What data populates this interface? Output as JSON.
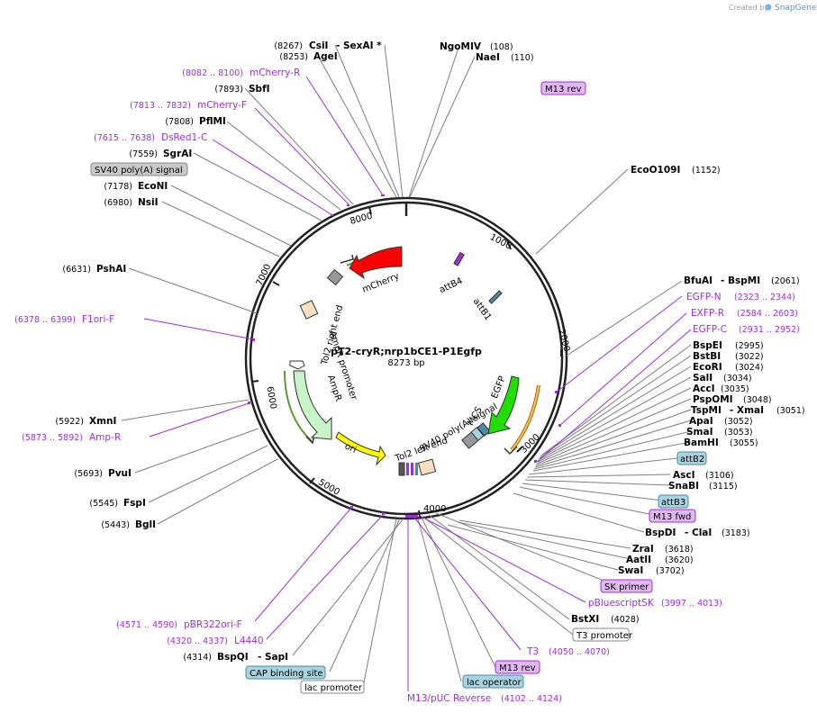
{
  "credit": {
    "prefix": "Created by",
    "brand": "SnapGene"
  },
  "plasmid": {
    "name": "pT2-cryR;nrp1bCE1-P1Egfp",
    "size": "8273 bp"
  },
  "ticks": [
    "1000",
    "2000",
    "3000",
    "4000",
    "5000",
    "6000",
    "7000",
    "8000"
  ],
  "sites": [
    {
      "name": "CsiI",
      "name2": "SexAI *",
      "pos": "(8267)"
    },
    {
      "name": "AgeI",
      "pos": "(8253)"
    },
    {
      "name": "NgoMIV",
      "pos": "(108)"
    },
    {
      "name": "NaeI",
      "pos": "(110)"
    },
    {
      "name": "SbfI",
      "pos": "(7893)"
    },
    {
      "name": "PflMI",
      "pos": "(7808)"
    },
    {
      "name": "SgrAI",
      "pos": "(7559)"
    },
    {
      "name": "EcoNI",
      "pos": "(7178)"
    },
    {
      "name": "NsiI",
      "pos": "(6980)"
    },
    {
      "name": "EcoO109I",
      "pos": "(1152)"
    },
    {
      "name": "PshAI",
      "pos": "(6631)"
    },
    {
      "name": "BfuAI",
      "name2": "BspMI",
      "pos": "(2061)"
    },
    {
      "name": "BspEI",
      "pos": "(2995)"
    },
    {
      "name": "BstBI",
      "pos": "(3022)"
    },
    {
      "name": "EcoRI",
      "pos": "(3024)"
    },
    {
      "name": "SalI",
      "pos": "(3034)"
    },
    {
      "name": "AccI",
      "pos": "(3035)"
    },
    {
      "name": "PspOMI",
      "pos": "(3048)"
    },
    {
      "name": "TspMI",
      "name2": "XmaI",
      "pos": "(3051)"
    },
    {
      "name": "ApaI",
      "pos": "(3052)"
    },
    {
      "name": "SmaI",
      "pos": "(3053)"
    },
    {
      "name": "BamHI",
      "pos": "(3055)"
    },
    {
      "name": "AscI",
      "pos": "(3106)"
    },
    {
      "name": "SnaBI",
      "pos": "(3115)"
    },
    {
      "name": "BspDI",
      "name2": "ClaI",
      "pos": "(3183)"
    },
    {
      "name": "ZraI",
      "pos": "(3618)"
    },
    {
      "name": "AatII",
      "pos": "(3620)"
    },
    {
      "name": "SwaI",
      "pos": "(3702)"
    },
    {
      "name": "XmnI",
      "pos": "(5922)"
    },
    {
      "name": "PvuI",
      "pos": "(5693)"
    },
    {
      "name": "FspI",
      "pos": "(5545)"
    },
    {
      "name": "BglI",
      "pos": "(5443)"
    },
    {
      "name": "BstXI",
      "pos": "(4028)"
    },
    {
      "name": "BspQI",
      "name2": "SapI",
      "pos": "(4314)"
    }
  ],
  "primers": [
    {
      "name": "mCherry-R",
      "pos": "(8082 .. 8100)"
    },
    {
      "name": "mCherry-F",
      "pos": "(7813 .. 7832)"
    },
    {
      "name": "DsRed1-C",
      "pos": "(7615 .. 7638)"
    },
    {
      "name": "F1ori-F",
      "pos": "(6378 .. 6399)"
    },
    {
      "name": "Amp-R",
      "pos": "(5873 .. 5892)"
    },
    {
      "name": "EGFP-N",
      "pos": "(2323 .. 2344)"
    },
    {
      "name": "EXFP-R",
      "pos": "(2584 .. 2603)"
    },
    {
      "name": "EGFP-C",
      "pos": "(2931 .. 2952)"
    },
    {
      "name": "pBluescriptSK",
      "pos": "(3997 .. 4013)"
    },
    {
      "name": "T3",
      "pos": "(4050 .. 4070)"
    },
    {
      "name": "M13/pUC Reverse",
      "pos": "(4102 .. 4124)"
    },
    {
      "name": "pBR322ori-F",
      "pos": "(4571 .. 4590)"
    },
    {
      "name": "L4440",
      "pos": "(4320 .. 4337)"
    }
  ],
  "boxes": [
    {
      "text": "M13 rev",
      "kind": "primer"
    },
    {
      "text": "SV40 poly(A) signal",
      "kind": "gray"
    },
    {
      "text": "attB2",
      "kind": "blue"
    },
    {
      "text": "attB3",
      "kind": "blue"
    },
    {
      "text": "M13 fwd",
      "kind": "primer"
    },
    {
      "text": "SK primer",
      "kind": "primer"
    },
    {
      "text": "T3 promoter",
      "kind": "white"
    },
    {
      "text": "M13 rev",
      "kind": "primer"
    },
    {
      "text": "lac operator",
      "kind": "blue"
    },
    {
      "text": "CAP binding site",
      "kind": "blue"
    },
    {
      "text": "lac promoter",
      "kind": "white"
    }
  ],
  "features": [
    {
      "label": "mCherry"
    },
    {
      "label": "attB4"
    },
    {
      "label": "attB1"
    },
    {
      "label": "Tol2 right end"
    },
    {
      "label": "AmpR promoter"
    },
    {
      "label": "AmpR"
    },
    {
      "label": "ori"
    },
    {
      "label": "Tol2 left end"
    },
    {
      "label": "SV40 poly(A) signal"
    },
    {
      "label": "MCS"
    },
    {
      "label": "EGFP"
    }
  ],
  "colors": {
    "primer": "#9b30d9",
    "primer_box": "#e2b8f2",
    "blue_box": "#a9d3de",
    "gray_box": "#c9c9c9",
    "mcherry": "#ff0000",
    "egfp": "#22dd00",
    "ori": "#ffff00",
    "ampr": "#c8f5c8",
    "tol2": "#fbe0c0",
    "site_line": "#7f7f7f"
  }
}
